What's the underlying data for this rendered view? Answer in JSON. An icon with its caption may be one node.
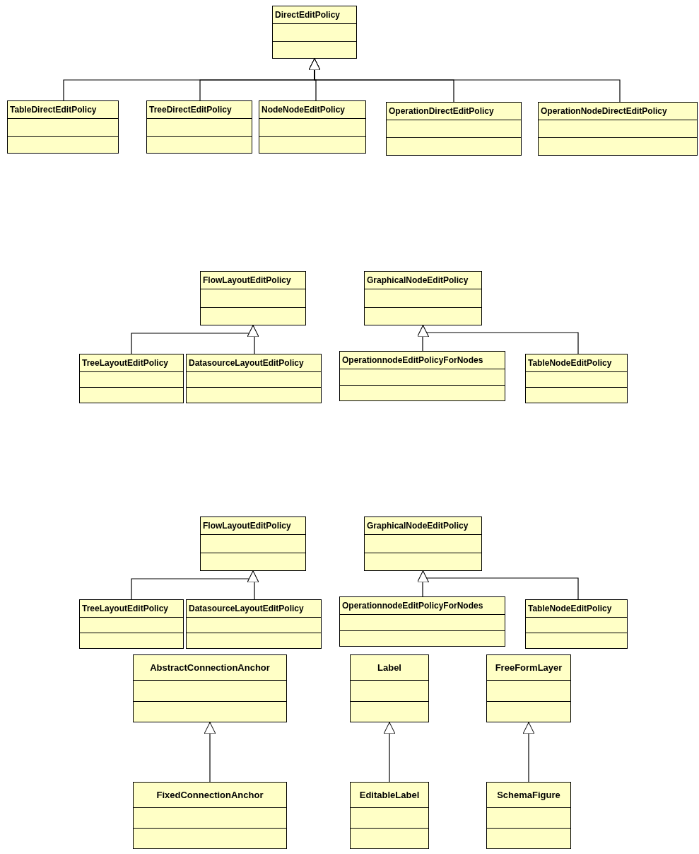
{
  "diagram": {
    "nodes": [
      {
        "text": [
          "DirectEditPolicy"
        ]
      },
      {
        "text": [
          "TableDirectEditPolicy"
        ]
      },
      {
        "text": [
          "TreeDirectEditPolicy"
        ]
      },
      {
        "text": [
          "NodeNodeEditPolicy"
        ]
      },
      {
        "text": [
          "OperationDirectEditPolicy"
        ]
      },
      {
        "text": [
          "OperationNodeDirectEditPolicy"
        ]
      },
      {
        "text": [
          "FlowLayoutEditPolicy"
        ]
      },
      {
        "text": [
          "GraphicalNodeEditPolicy"
        ]
      },
      {
        "text": [
          "TreeLayoutEditPolicy"
        ]
      },
      {
        "text": [
          "DatasourceLayoutEditPolicy"
        ]
      },
      {
        "text": [
          "OperationnodeEditPolicyForNodes"
        ]
      },
      {
        "text": [
          "TableNodeEditPolicy"
        ]
      },
      {
        "text": [
          "FlowLayoutEditPolicy"
        ]
      },
      {
        "text": [
          "GraphicalNodeEditPolicy"
        ]
      },
      {
        "text": [
          "TreeLayoutEditPolicy"
        ]
      },
      {
        "text": [
          "DatasourceLayoutEditPolicy"
        ]
      },
      {
        "text": [
          "OperationnodeEditPolicyForNodes"
        ]
      },
      {
        "text": [
          "TableNodeEditPolicy"
        ]
      },
      {
        "text": [
          "AbstractConnectionAnchor"
        ]
      },
      {
        "text": [
          "Label"
        ]
      },
      {
        "text": [
          "FreeFormLayer"
        ]
      },
      {
        "text": [
          "FixedConnectionAnchor"
        ]
      },
      {
        "text": [
          "EditableLabel"
        ]
      },
      {
        "text": [
          "SchemaFigure"
        ]
      }
    ],
    "edges": [
      {
        "from": 1,
        "to": 0,
        "arrow": "to"
      },
      {
        "from": 2,
        "to": 0,
        "arrow": "to"
      },
      {
        "from": 3,
        "to": 0,
        "arrow": "to"
      },
      {
        "from": 4,
        "to": 0,
        "arrow": "to"
      },
      {
        "from": 5,
        "to": 0,
        "arrow": "to"
      },
      {
        "from": 8,
        "to": 6,
        "arrow": "to"
      },
      {
        "from": 9,
        "to": 6,
        "arrow": "to"
      },
      {
        "from": 10,
        "to": 7,
        "arrow": "to"
      },
      {
        "from": 11,
        "to": 7,
        "arrow": "to"
      },
      {
        "from": 14,
        "to": 12,
        "arrow": "to"
      },
      {
        "from": 15,
        "to": 12,
        "arrow": "to"
      },
      {
        "from": 16,
        "to": 13,
        "arrow": "to"
      },
      {
        "from": 17,
        "to": 13,
        "arrow": "to"
      },
      {
        "from": 21,
        "to": 18,
        "arrow": "to"
      },
      {
        "from": 22,
        "to": 19,
        "arrow": "to"
      },
      {
        "from": 23,
        "to": 20,
        "arrow": "to"
      }
    ]
  }
}
